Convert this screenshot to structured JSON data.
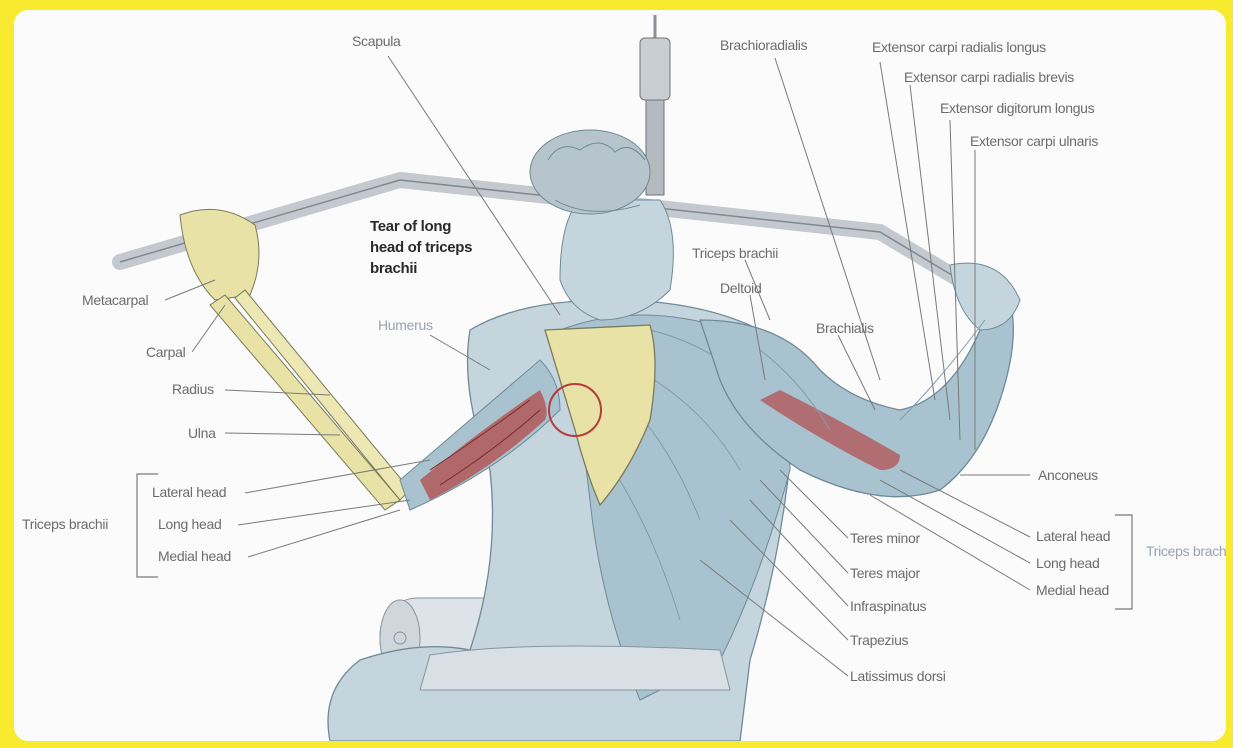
{
  "annotation": {
    "title_line1": "Tear of long",
    "title_line2": "head of triceps",
    "title_line3": "brachii"
  },
  "labels": {
    "scapula": "Scapula",
    "brachioradialis": "Brachioradialis",
    "ecr_longus": "Extensor carpi radialis longus",
    "ecr_brevis": "Extensor carpi radialis brevis",
    "ext_digitorum": "Extensor digitorum longus",
    "ext_carpi_ulnaris": "Extensor carpi ulnaris",
    "triceps_brachii_right": "Triceps brachii",
    "deltoid": "Deltoid",
    "brachialis": "Brachialis",
    "humerus": "Humerus",
    "metacarpal": "Metacarpal",
    "carpal": "Carpal",
    "radius": "Radius",
    "ulna": "Ulna",
    "lateral_head_left": "Lateral head",
    "long_head_left": "Long head",
    "medial_head_left": "Medial head",
    "triceps_brachii_left": "Triceps brachii",
    "anconeus": "Anconeus",
    "lateral_head_right": "Lateral head",
    "long_head_right": "Long head",
    "medial_head_right": "Medial head",
    "triceps_group_right": "Triceps brachii",
    "teres_minor": "Teres minor",
    "teres_major": "Teres major",
    "infraspinatus": "Infraspinatus",
    "trapezius": "Trapezius",
    "latissimus_dorsi": "Latissimus dorsi"
  },
  "colors": {
    "frame": "#f7ea2f",
    "panel": "#fbfbfb",
    "muscle": "#a8c2cf",
    "muscle_shadow": "#7f9cab",
    "bone": "#e8e2a6",
    "injury": "#b83b3b",
    "label": "#6c6c6c"
  }
}
